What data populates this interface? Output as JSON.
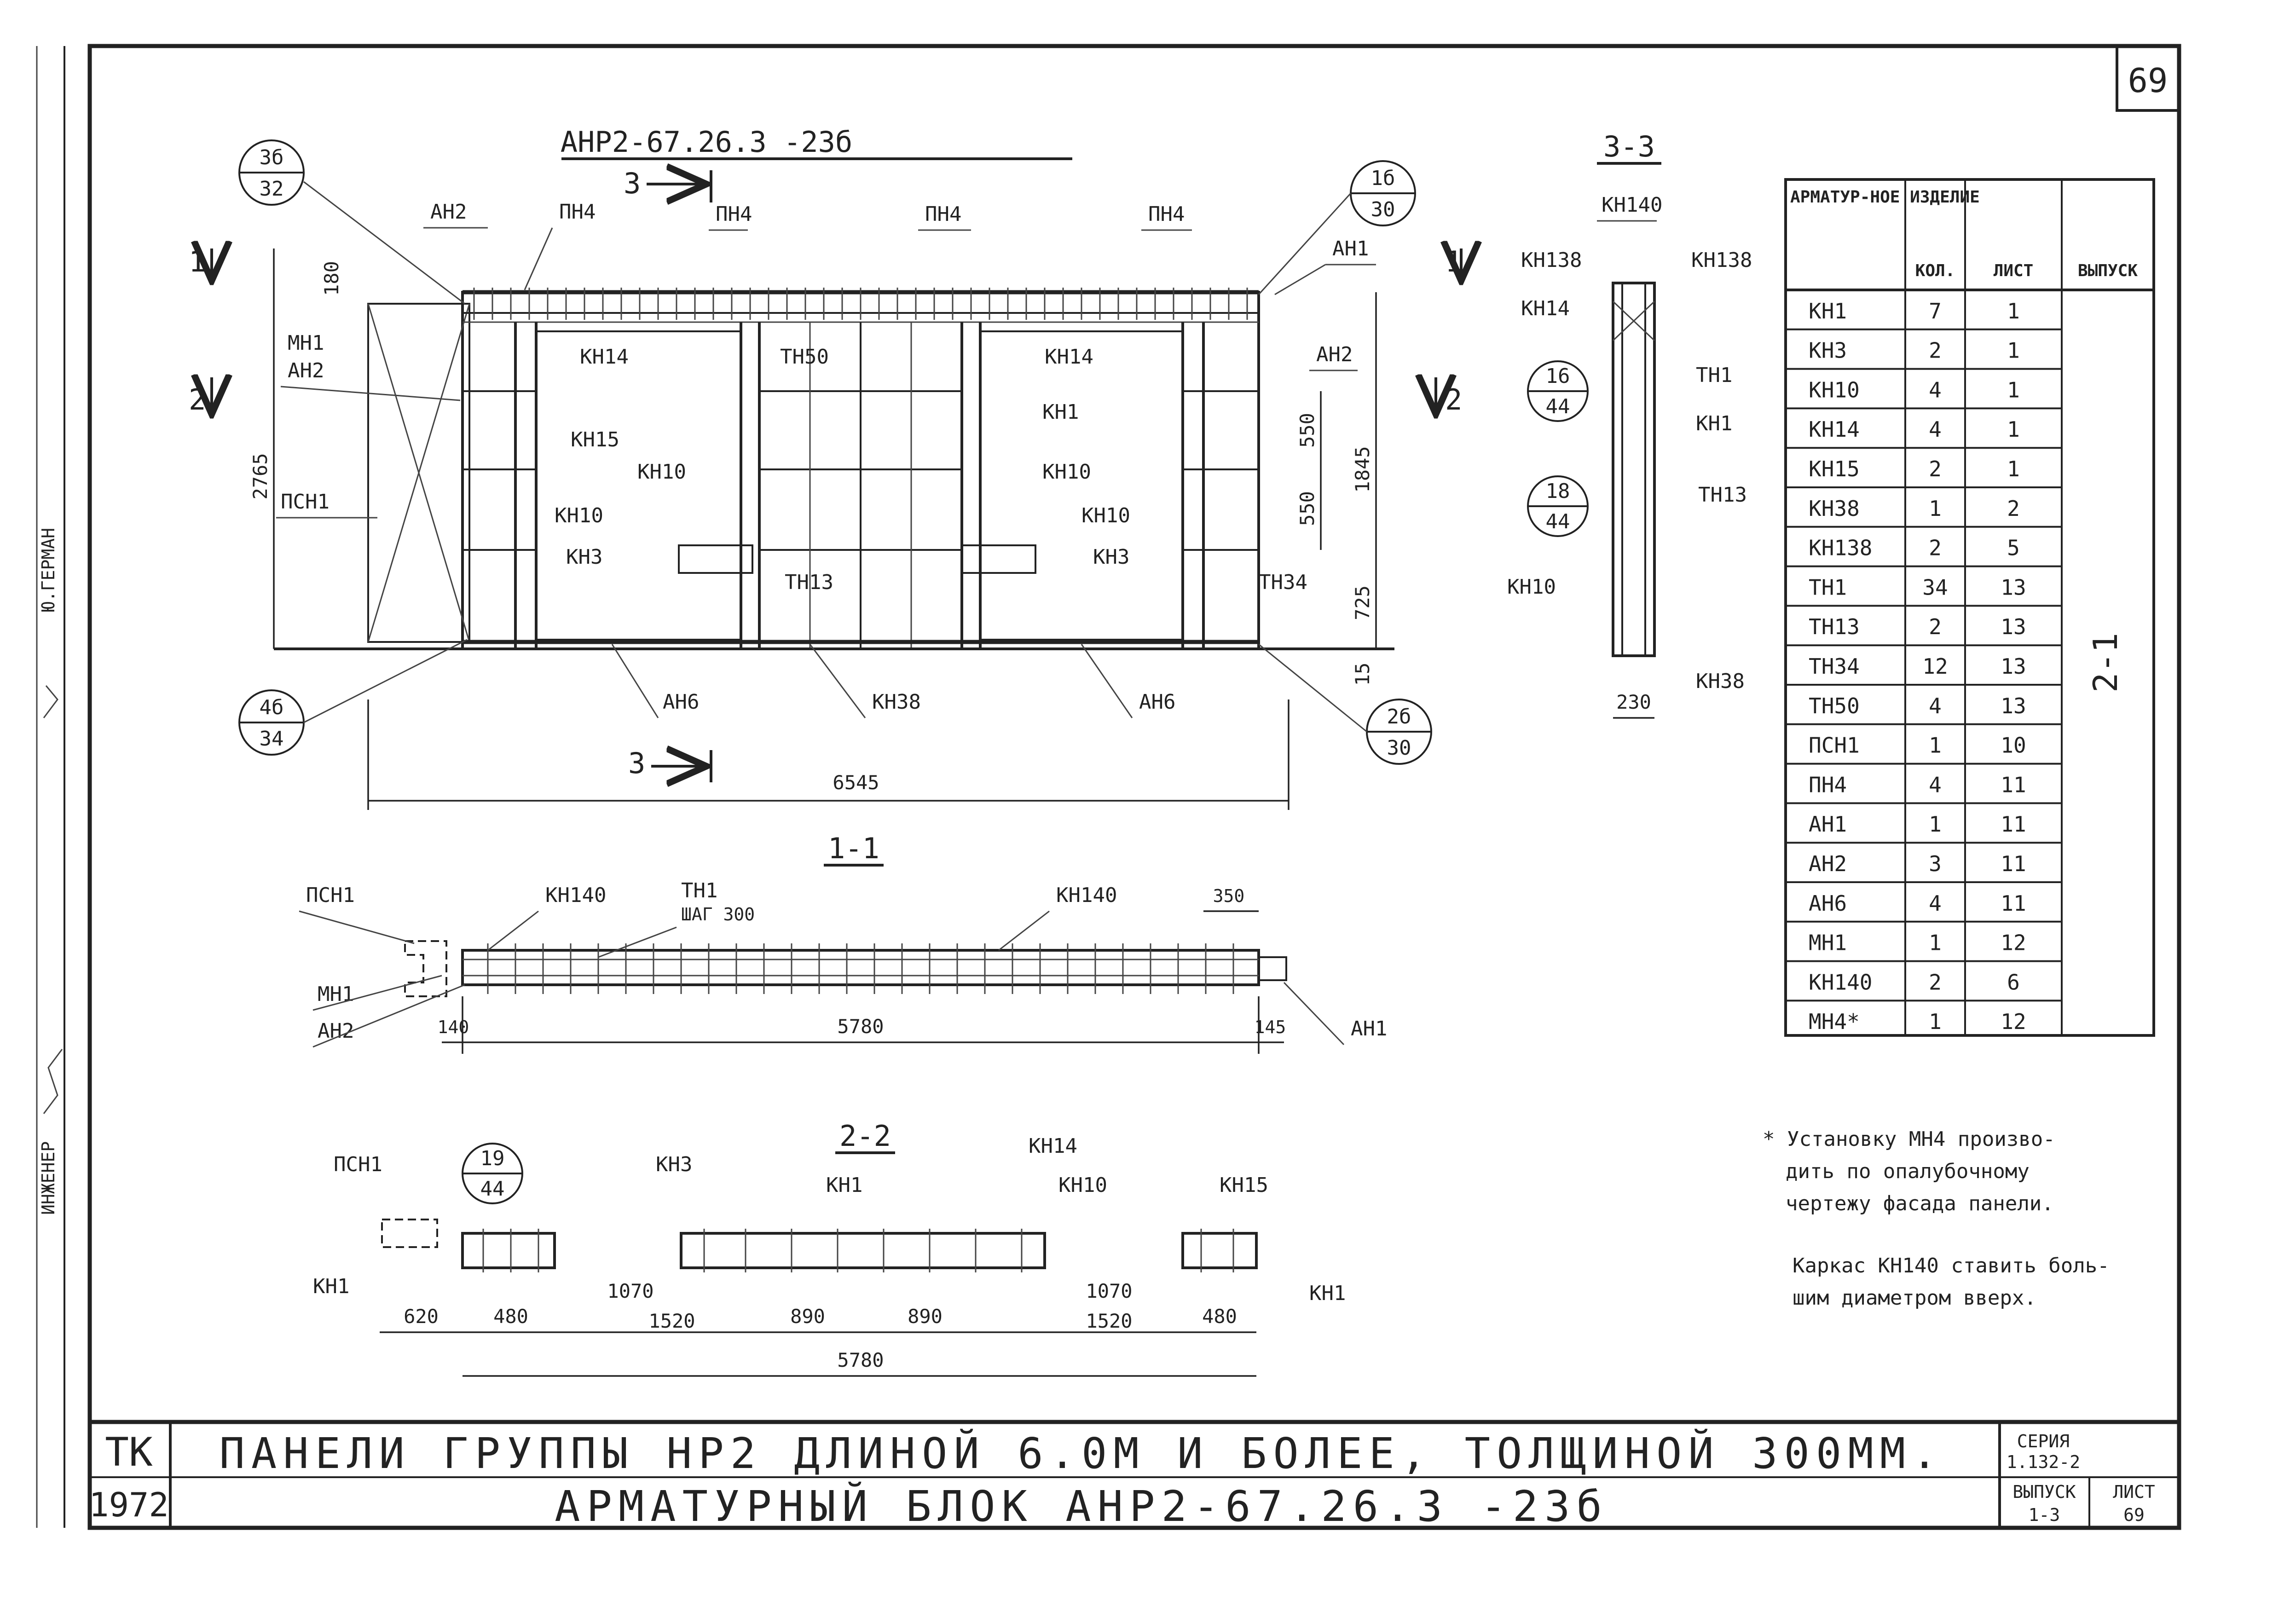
{
  "sheet_number": "69",
  "stamp_side": [
    "ИНЖЕНЕР",
    "Ю.ГЕРМАН"
  ],
  "elevation": {
    "title": "АНР2-67.26.3 -23б",
    "section_cut_label": "3",
    "callouts": [
      {
        "num": "3б",
        "den": "32"
      },
      {
        "num": "1б",
        "den": "30"
      },
      {
        "num": "4б",
        "den": "34"
      },
      {
        "num": "2б",
        "den": "30"
      }
    ],
    "labels": {
      "an1_top": "АН1",
      "an2_top": "АН2",
      "pn4": "ПН4",
      "mn1": "МН1",
      "an2": "АН2",
      "psn1": "ПСН1",
      "kn14": "КН14",
      "tn50": "ТН50",
      "kn1": "КН1",
      "kn15": "КН15",
      "kn10": "КН10",
      "kn3": "КН3",
      "tn13": "ТН13",
      "tn34": "ТН34",
      "an6": "АН6",
      "kn38": "КН38"
    },
    "dims": {
      "h180": "180",
      "h2765": "2765",
      "h550a": "550",
      "h550b": "550",
      "h1845": "1845",
      "h725": "725",
      "h15": "15",
      "len": "6545"
    },
    "cut_marks": [
      "1",
      "2"
    ]
  },
  "section_3_3": {
    "title": "3-3",
    "callouts": [
      {
        "num": "16",
        "den": "44"
      },
      {
        "num": "18",
        "den": "44"
      }
    ],
    "labels": {
      "kn140": "КН140",
      "kn138l": "КН138",
      "kn138r": "КН138",
      "kn14": "КН14",
      "tn1": "ТН1",
      "kn1": "КН1",
      "tn13": "ТН13",
      "kn10": "КН10",
      "kn38": "КН38"
    },
    "dim": "230"
  },
  "section_1_1": {
    "title": "1-1",
    "labels": {
      "psn1": "ПСН1",
      "mn1": "МН1",
      "an2": "АН2",
      "kn140a": "КН140",
      "tn1": "ТН1",
      "step": "ШАГ 300",
      "kn140b": "КН140",
      "an1": "АН1"
    },
    "dims": {
      "d140": "140",
      "d5780": "5780",
      "d145": "145",
      "d350": "350"
    }
  },
  "section_2_2": {
    "title": "2-2",
    "callout": {
      "num": "19",
      "den": "44"
    },
    "labels": {
      "psn1": "ПСН1",
      "kn3": "КН3",
      "kn1a": "КН1",
      "kn14": "КН14",
      "kn10": "КН10",
      "kn15": "КН15",
      "kn1b": "КН1",
      "kn1c": "КН1"
    },
    "dims": {
      "d620": "620",
      "d480a": "480",
      "d1070a": "1070",
      "d1520a": "1520",
      "d890a": "890",
      "d890b": "890",
      "d1070b": "1070",
      "d1520b": "1520",
      "d480b": "480",
      "d5780": "5780"
    }
  },
  "spec_table": {
    "headers": [
      "АРМАТУР-НОЕ ИЗДЕЛИЕ",
      "КОЛ.",
      "ЛИСТ",
      "ВЫПУСК"
    ],
    "rows": [
      [
        "КН1",
        "7",
        "1"
      ],
      [
        "КН3",
        "2",
        "1"
      ],
      [
        "КН10",
        "4",
        "1"
      ],
      [
        "КН14",
        "4",
        "1"
      ],
      [
        "КН15",
        "2",
        "1"
      ],
      [
        "КН38",
        "1",
        "2"
      ],
      [
        "КН138",
        "2",
        "5"
      ],
      [
        "ТН1",
        "34",
        "13"
      ],
      [
        "ТН13",
        "2",
        "13"
      ],
      [
        "ТН34",
        "12",
        "13"
      ],
      [
        "ТН50",
        "4",
        "13"
      ],
      [
        "ПСН1",
        "1",
        "10"
      ],
      [
        "ПН4",
        "4",
        "11"
      ],
      [
        "АН1",
        "1",
        "11"
      ],
      [
        "АН2",
        "3",
        "11"
      ],
      [
        "АН6",
        "4",
        "11"
      ],
      [
        "МН1",
        "1",
        "12"
      ],
      [
        "КН140",
        "2",
        "6"
      ],
      [
        "МН4*",
        "1",
        "12"
      ]
    ],
    "issue": "2-1"
  },
  "notes": {
    "note1": [
      "* Установку МН4 произво-",
      "дить по опалубочному",
      "чертежу фасада панели."
    ],
    "note2": [
      "Каркас КН140 ставить боль-",
      "шим диаметром вверх."
    ]
  },
  "title_block": {
    "org": "ТК",
    "year": "1972",
    "line1": "ПАНЕЛИ ГРУППЫ НР2 ДЛИНОЙ 6.0М И БОЛЕЕ, ТОЛЩИНОЙ 300ММ.",
    "line2": "АРМАТУРНЫЙ БЛОК АНР2-67.26.3 -23б",
    "series_label": "СЕРИЯ",
    "series_value": "1.132-2",
    "issue_label": "ВЫПУСК",
    "issue_value": "1-3",
    "sheet_label": "ЛИСТ",
    "sheet_value": "69"
  }
}
